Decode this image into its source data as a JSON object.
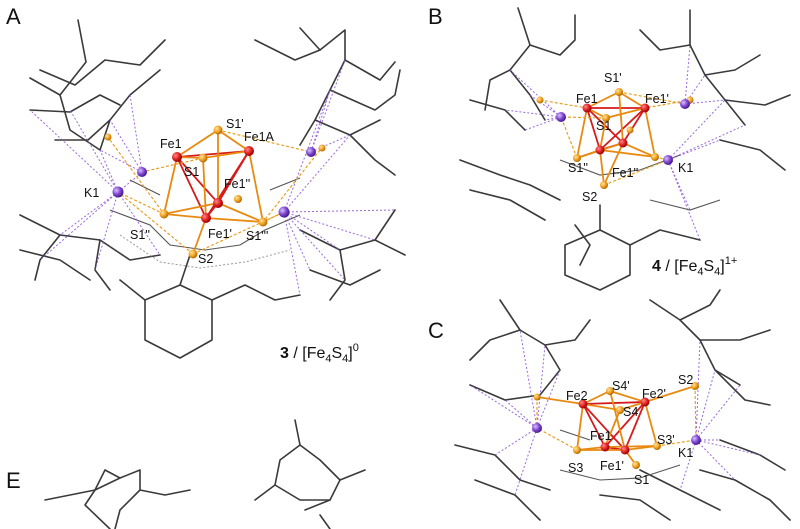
{
  "panels": {
    "A": {
      "letter": "A",
      "caption_compound": "3",
      "caption_sep": " / [Fe",
      "caption_n1": "4",
      "caption_s": "S",
      "caption_n2": "4",
      "caption_charge": "0",
      "labels": {
        "fe1": "Fe1",
        "fe1a": "Fe1A",
        "s1p": "S1'",
        "s1": "S1",
        "fe1pp": "Fe1''",
        "k1": "K1",
        "s1pp": "S1''",
        "fe1p": "Fe1'",
        "s1ppp": "S1'''",
        "s2": "S2"
      }
    },
    "B": {
      "letter": "B",
      "caption_compound": "4",
      "caption_sep": " / [Fe",
      "caption_n1": "4",
      "caption_s": "S",
      "caption_n2": "4",
      "caption_charge": "1+",
      "labels": {
        "s1p": "S1'",
        "fe1": "Fe1",
        "fe1p": "Fe1'",
        "s1": "S1",
        "s1pp": "S1''",
        "fe1pp": "Fe1''",
        "k1": "K1",
        "s2": "S2"
      }
    },
    "C": {
      "letter": "C",
      "labels": {
        "s4p": "S4'",
        "fe2": "Fe2",
        "fe2p": "Fe2'",
        "s2": "S2",
        "s4": "S4",
        "fe1": "Fe1",
        "s3p": "S3'",
        "k1": "K1",
        "s3": "S3",
        "fe1p": "Fe1'",
        "s1": "S1"
      }
    },
    "E": {
      "letter": "E"
    }
  },
  "colors": {
    "iron": "#e02020",
    "sulfur": "#f0a020",
    "potassium": "#7d44d0",
    "framework": "#3a3a3a"
  }
}
